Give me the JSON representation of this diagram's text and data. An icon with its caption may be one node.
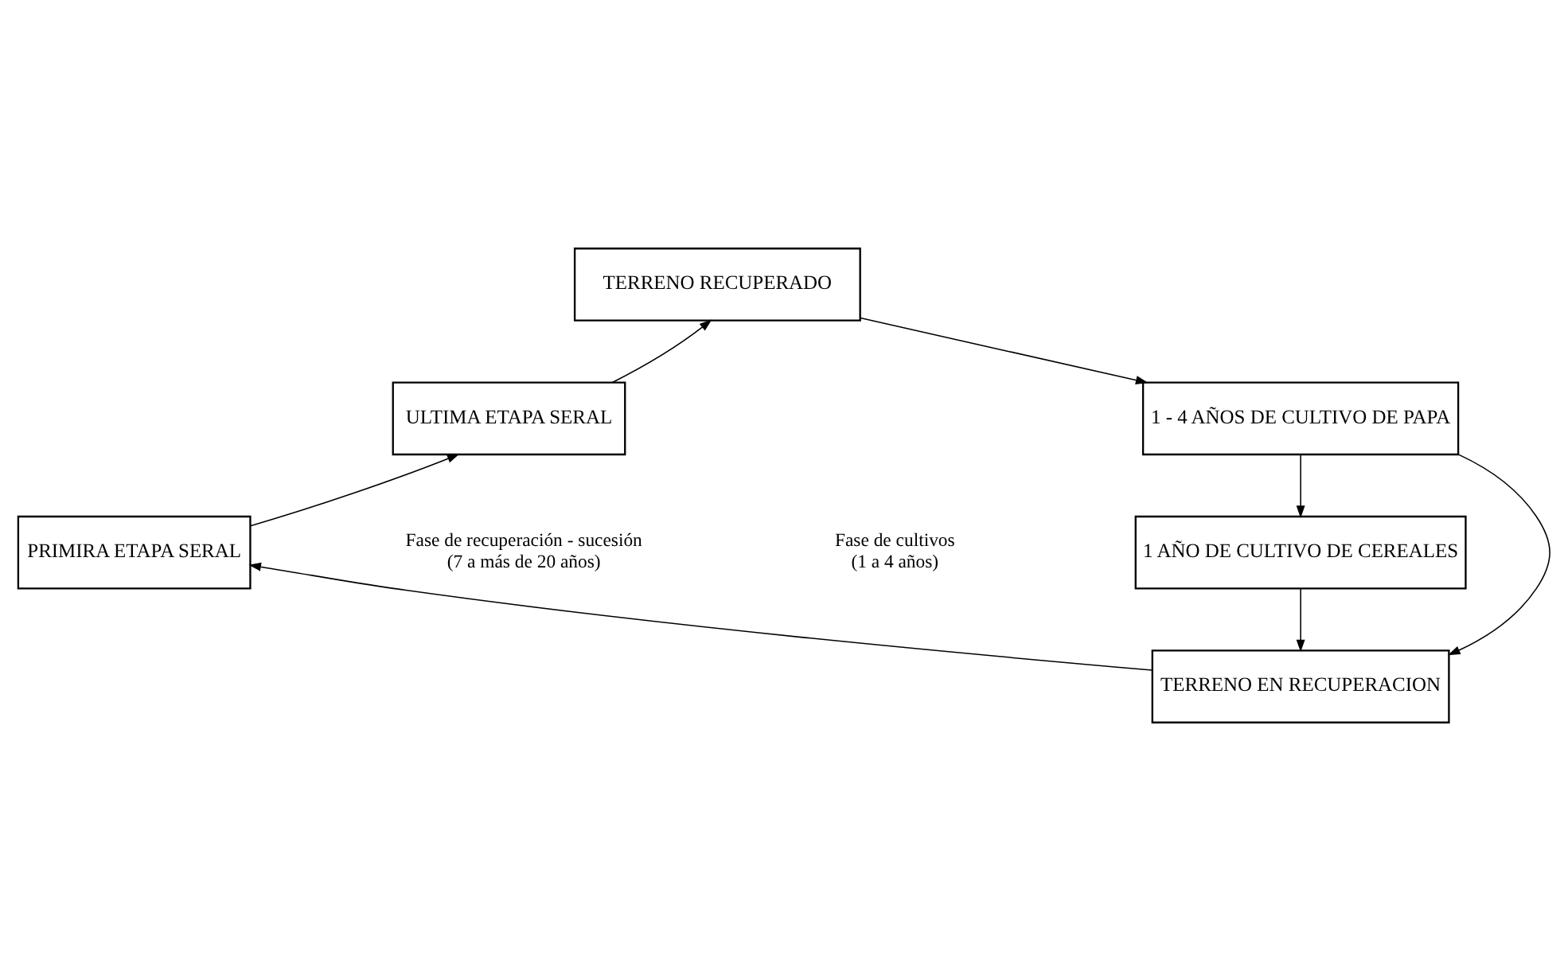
{
  "diagram": {
    "nodes": [
      {
        "text": [
          "TERRENO RECUPERADO"
        ]
      },
      {
        "text": [
          "ULTIMA ETAPA SERAL"
        ]
      },
      {
        "text": [
          "1 - 4 AÑOS DE CULTIVO DE PAPA"
        ]
      },
      {
        "text": [
          "PRIMIRA ETAPA SERAL"
        ]
      },
      {
        "text": [
          "1 AÑO DE CULTIVO DE CEREALES"
        ]
      },
      {
        "text": [
          "TERRENO EN RECUPERACION"
        ]
      }
    ],
    "edges": [
      {
        "from": 0,
        "to": 2,
        "arrow": "to"
      },
      {
        "from": 2,
        "to": 4,
        "arrow": "to"
      },
      {
        "from": 4,
        "to": 5,
        "arrow": "to"
      },
      {
        "from": 2,
        "to": 5,
        "arrow": "to"
      },
      {
        "from": 5,
        "to": 3,
        "arrow": "to"
      },
      {
        "from": 3,
        "to": 1,
        "arrow": "to"
      },
      {
        "from": 1,
        "to": 0,
        "arrow": "to"
      }
    ],
    "labels": [
      "Fase de recuperación - sucesión (7 a más de 20 años)",
      "Fase de cultivos (1 a 4 años)"
    ]
  }
}
